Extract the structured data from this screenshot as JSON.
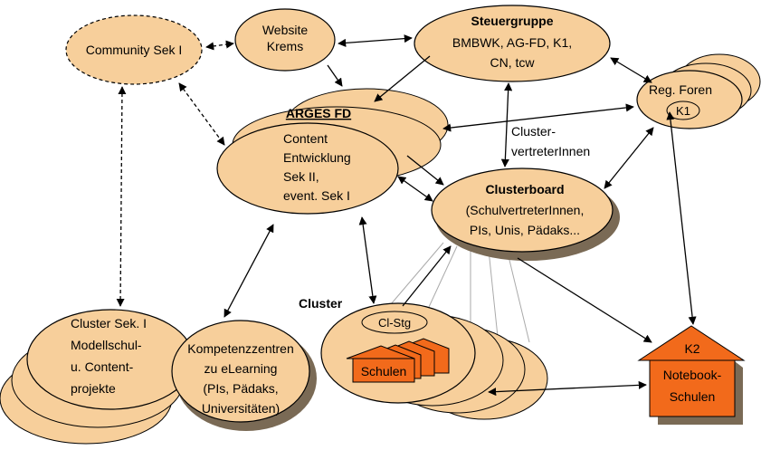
{
  "colors": {
    "ellipse_fill": "#f7cf9b",
    "shadow_fill": "#7a6a55",
    "dashed_fill": "#f7cf9b",
    "house_fill": "#f26a1b",
    "line": "#000000",
    "thin_line": "#aaaaaa"
  },
  "nodes": {
    "community": {
      "line1": "Community Sek I"
    },
    "website": {
      "line1": "Website",
      "line2": "Krems"
    },
    "steuergruppe": {
      "title": "Steuergruppe",
      "line1": "BMBWK, AG-FD, K1,",
      "line2": "CN, tcw"
    },
    "arges": {
      "title": "ARGES FD",
      "line1": "Content",
      "line2": "Entwicklung",
      "line3": "Sek II,",
      "line4": "event. Sek I"
    },
    "regforen": {
      "line1": "Reg. Foren",
      "badge": "K1"
    },
    "clustervertreter": {
      "line1": "Cluster-",
      "line2": "vertreterInnen"
    },
    "clusterboard": {
      "title": "Clusterboard",
      "line1": "(SchulvertreterInnen,",
      "line2": "PIs, Unis, Pädaks..."
    },
    "cluster_label": {
      "text": "Cluster"
    },
    "cluster_sek": {
      "line1": "Cluster Sek. I",
      "line2": "Modellschul-",
      "line3": "u. Content-",
      "line4": "projekte"
    },
    "kompetenz": {
      "line1": "Kompetenzzentren",
      "line2": "zu eLearning",
      "line3": "(PIs, Pädaks,",
      "line4": "Universitäten)"
    },
    "clstg": {
      "badge": "Cl-Stg",
      "schulen": "Schulen"
    },
    "k2": {
      "title": "K2",
      "line1": "Notebook-",
      "line2": "Schulen"
    }
  }
}
